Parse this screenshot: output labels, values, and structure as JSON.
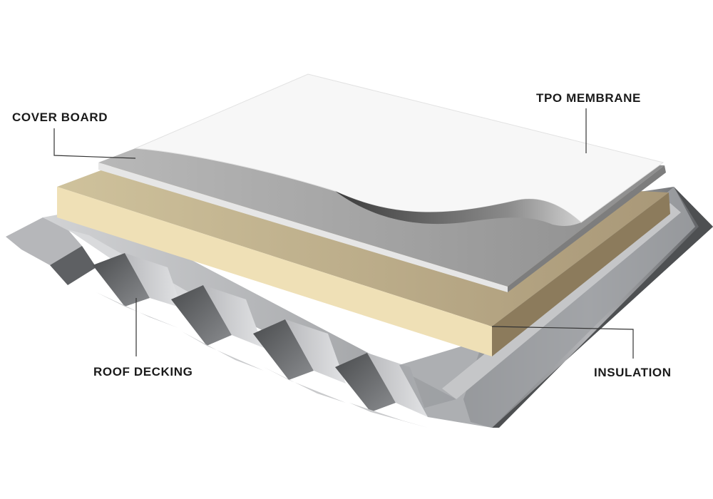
{
  "labels": {
    "cover_board": "COVER BOARD",
    "tpo_membrane": "TPO MEMBRANE",
    "roof_decking": "ROOF DECKING",
    "insulation": "INSULATION"
  },
  "colors": {
    "background": "#ffffff",
    "membrane": "#f7f7f7",
    "cover_board": "#a9a9a9",
    "insulation_top": "#c9bb94",
    "insulation_front": "#efe0b6",
    "insulation_side": "#8c7b5c",
    "deck_light": "#c3c4c6",
    "deck_dark": "#555759",
    "leader_line": "#333333",
    "text": "#1a1a1a"
  },
  "layers": [
    {
      "name": "TPO MEMBRANE",
      "order": 1
    },
    {
      "name": "COVER BOARD",
      "order": 2
    },
    {
      "name": "INSULATION",
      "order": 3
    },
    {
      "name": "ROOF DECKING",
      "order": 4
    }
  ]
}
